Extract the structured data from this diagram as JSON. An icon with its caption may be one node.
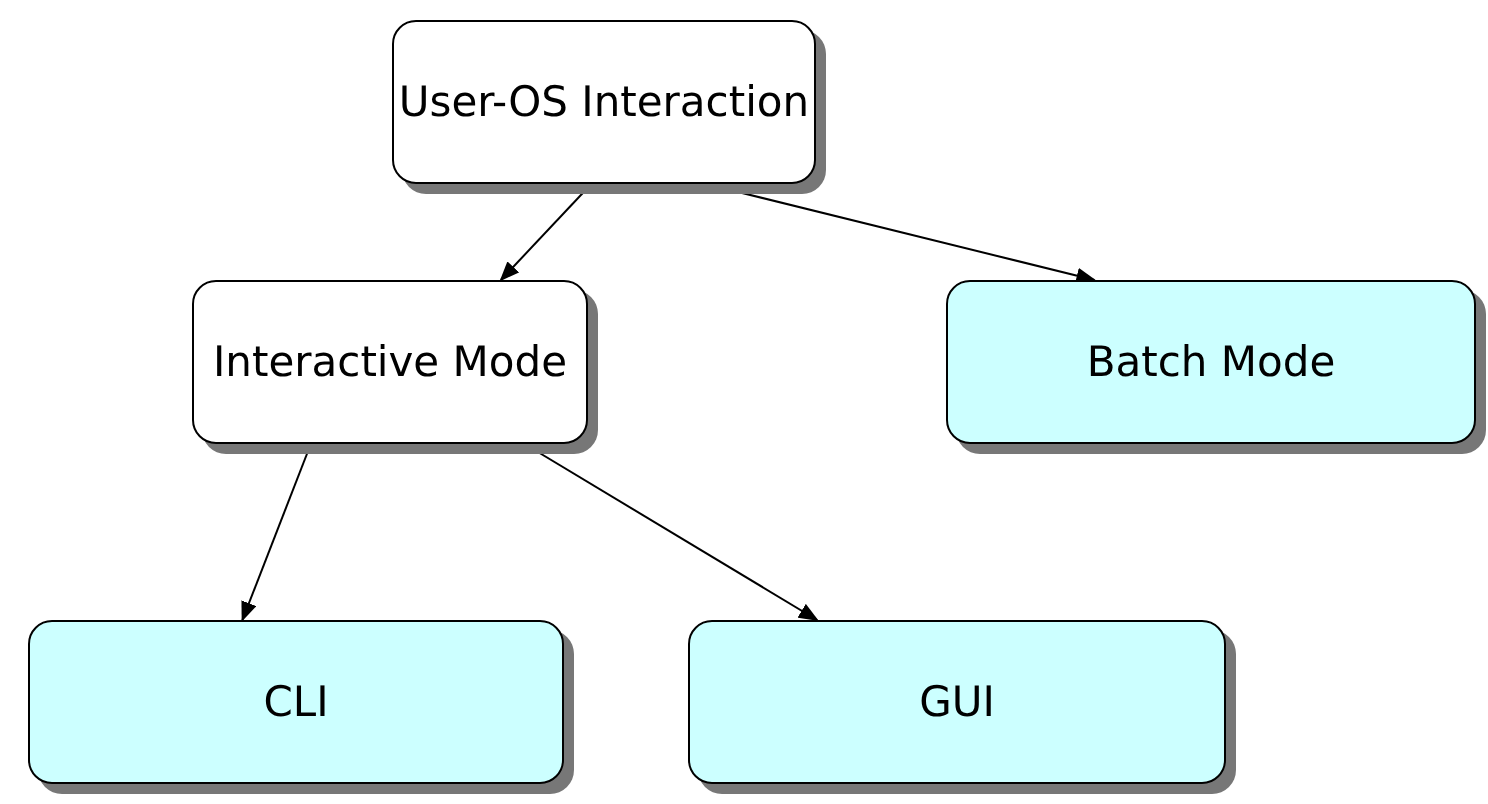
{
  "diagram": {
    "nodes": [
      {
        "text": [
          "User-OS Interaction"
        ]
      },
      {
        "text": [
          "Interactive Mode"
        ]
      },
      {
        "text": [
          "Batch Mode"
        ]
      },
      {
        "text": [
          "CLI"
        ]
      },
      {
        "text": [
          "GUI"
        ]
      }
    ],
    "edges": [
      {
        "from": 0,
        "to": 1,
        "arrow": "to"
      },
      {
        "from": 0,
        "to": 2,
        "arrow": "to"
      },
      {
        "from": 1,
        "to": 3,
        "arrow": "to"
      },
      {
        "from": 1,
        "to": 4,
        "arrow": "to"
      }
    ]
  }
}
